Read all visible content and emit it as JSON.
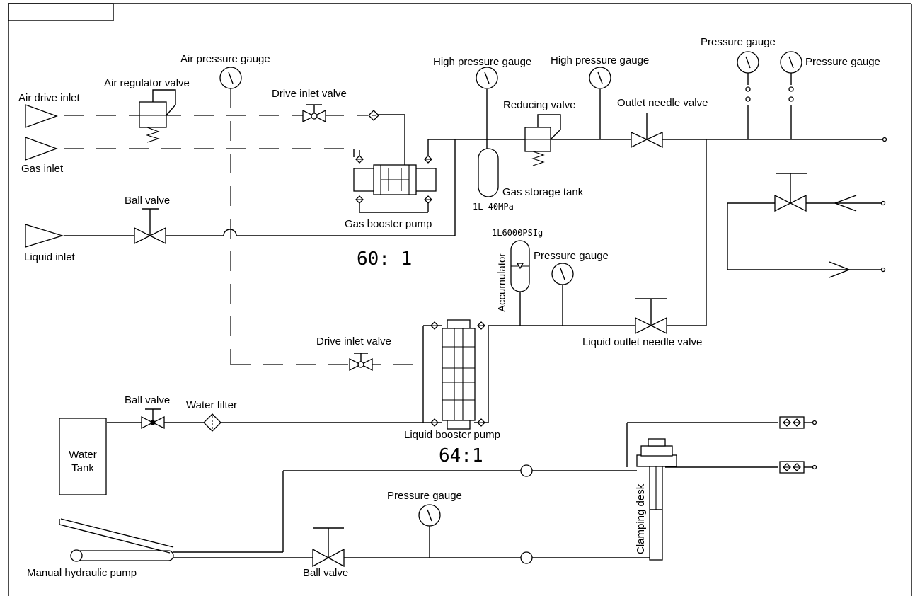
{
  "labels": {
    "air_pressure_gauge": "Air pressure gauge",
    "air_regulator_valve": "Air regulator valve",
    "air_drive_inlet": "Air drive inlet",
    "gas_inlet": "Gas inlet",
    "drive_inlet_valve_top": "Drive inlet valve",
    "high_pressure_gauge_1": "High pressure gauge",
    "high_pressure_gauge_2": "High pressure gauge",
    "reducing_valve": "Reducing valve",
    "outlet_needle_valve": "Outlet needle valve",
    "pressure_gauge_top_1": "Pressure gauge",
    "pressure_gauge_top_2": "Pressure gauge",
    "gas_storage_tank": "Gas storage tank",
    "tank_rating": "1L 40MPa",
    "gas_booster_pump": "Gas booster pump",
    "gas_ratio": "60: 1",
    "ball_valve_liquid": "Ball valve",
    "liquid_inlet": "Liquid inlet",
    "accumulator_rating": "1L6000PSIg",
    "accumulator": "Accumulator",
    "pressure_gauge_accumulator": "Pressure gauge",
    "liquid_outlet_needle_valve": "Liquid outlet needle valve",
    "drive_inlet_valve_lower": "Drive inlet valve",
    "ball_valve_water": "Ball valve",
    "water_filter": "Water filter",
    "water_tank_line1": "Water",
    "water_tank_line2": "Tank",
    "liquid_booster_pump": "Liquid booster pump",
    "liquid_ratio": "64:1",
    "pressure_gauge_bottom": "Pressure gauge",
    "clamping_desk": "Clamping desk",
    "manual_hydraulic_pump": "Manual hydraulic pump",
    "ball_valve_bottom": "Ball valve"
  }
}
